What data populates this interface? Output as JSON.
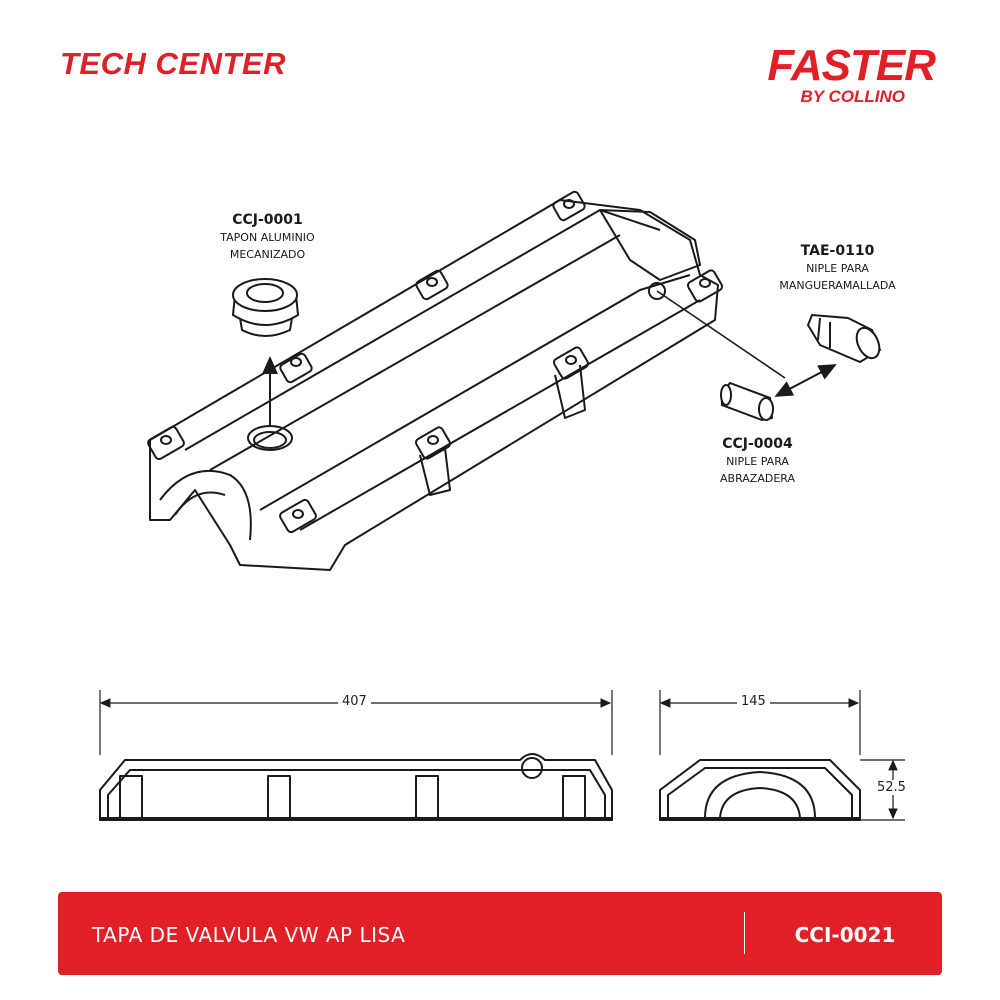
{
  "header": {
    "left_title": "TECH CENTER",
    "brand_main": "FASTER",
    "brand_sub": "BY COLLINO"
  },
  "callouts": [
    {
      "code": "CCJ-0001",
      "line1": "TAPON ALUMINIO",
      "line2": "MECANIZADO"
    },
    {
      "code": "TAE-0110",
      "line1": "NIPLE PARA",
      "line2": "MANGUERAMALLADA"
    },
    {
      "code": "CCJ-0004",
      "line1": "NIPLE PARA",
      "line2": "ABRAZADERA"
    }
  ],
  "dimensions": {
    "length": "407",
    "width": "145",
    "height": "52.5"
  },
  "footer": {
    "title": "TAPA DE VALVULA VW AP LISA",
    "code": "CCI-0021"
  },
  "colors": {
    "brand_red": "#e01f26",
    "line": "#1a1a1a"
  }
}
